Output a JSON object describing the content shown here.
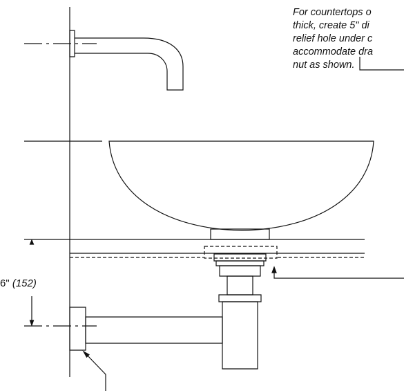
{
  "note": {
    "lines": [
      "For countertops o",
      "thick, create 5\" di",
      "relief hole under c",
      "accommodate dra",
      "nut as shown."
    ]
  },
  "dimension": {
    "imperial": "6\"",
    "metric": "(152)"
  }
}
